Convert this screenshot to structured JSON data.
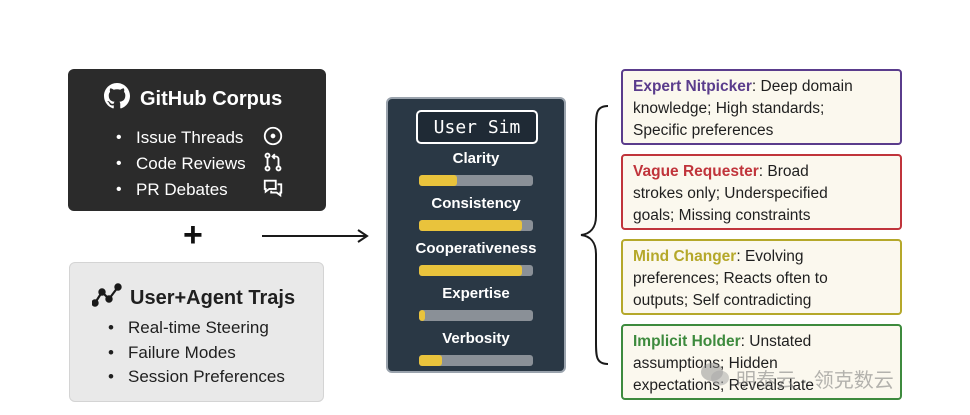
{
  "github": {
    "title": "GitHub Corpus",
    "items": [
      {
        "label": "Issue Threads",
        "icon": "issue-circle-icon"
      },
      {
        "label": "Code Reviews",
        "icon": "pull-request-icon"
      },
      {
        "label": "PR Debates",
        "icon": "discussion-icon"
      }
    ]
  },
  "plus": "+",
  "user_agent": {
    "title": "User+Agent Trajs",
    "items": [
      "Real-time Steering",
      "Failure Modes",
      "Session Preferences"
    ]
  },
  "sim": {
    "title": "User Sim",
    "metrics": [
      {
        "label": "Clarity",
        "value": 0.33
      },
      {
        "label": "Consistency",
        "value": 0.9
      },
      {
        "label": "Cooperativeness",
        "value": 0.9
      },
      {
        "label": "Expertise",
        "value": 0.05
      },
      {
        "label": "Verbosity",
        "value": 0.2
      }
    ]
  },
  "personas": [
    {
      "name": "Expert Nitpicker",
      "desc_l1": ": Deep domain",
      "desc_l2": "knowledge; High standards;",
      "desc_l3": "Specific preferences",
      "color": "#5a3c8c"
    },
    {
      "name": "Vague Requester",
      "desc_l1": ": Broad",
      "desc_l2": "strokes only; Underspecified",
      "desc_l3": "goals; Missing constraints",
      "color": "#c0343b"
    },
    {
      "name": "Mind Changer",
      "desc_l1": ": Evolving",
      "desc_l2": "preferences; Reacts often to",
      "desc_l3": "outputs; Self contradicting",
      "color": "#b5a82a"
    },
    {
      "name": "Implicit Holder",
      "desc_l1": ": Unstated",
      "desc_l2": "assumptions; Hidden",
      "desc_l3": "expectations; Reveals late",
      "color": "#3d8a3d"
    }
  ],
  "watermark": {
    "text": "明泰云 · 领克数云"
  }
}
